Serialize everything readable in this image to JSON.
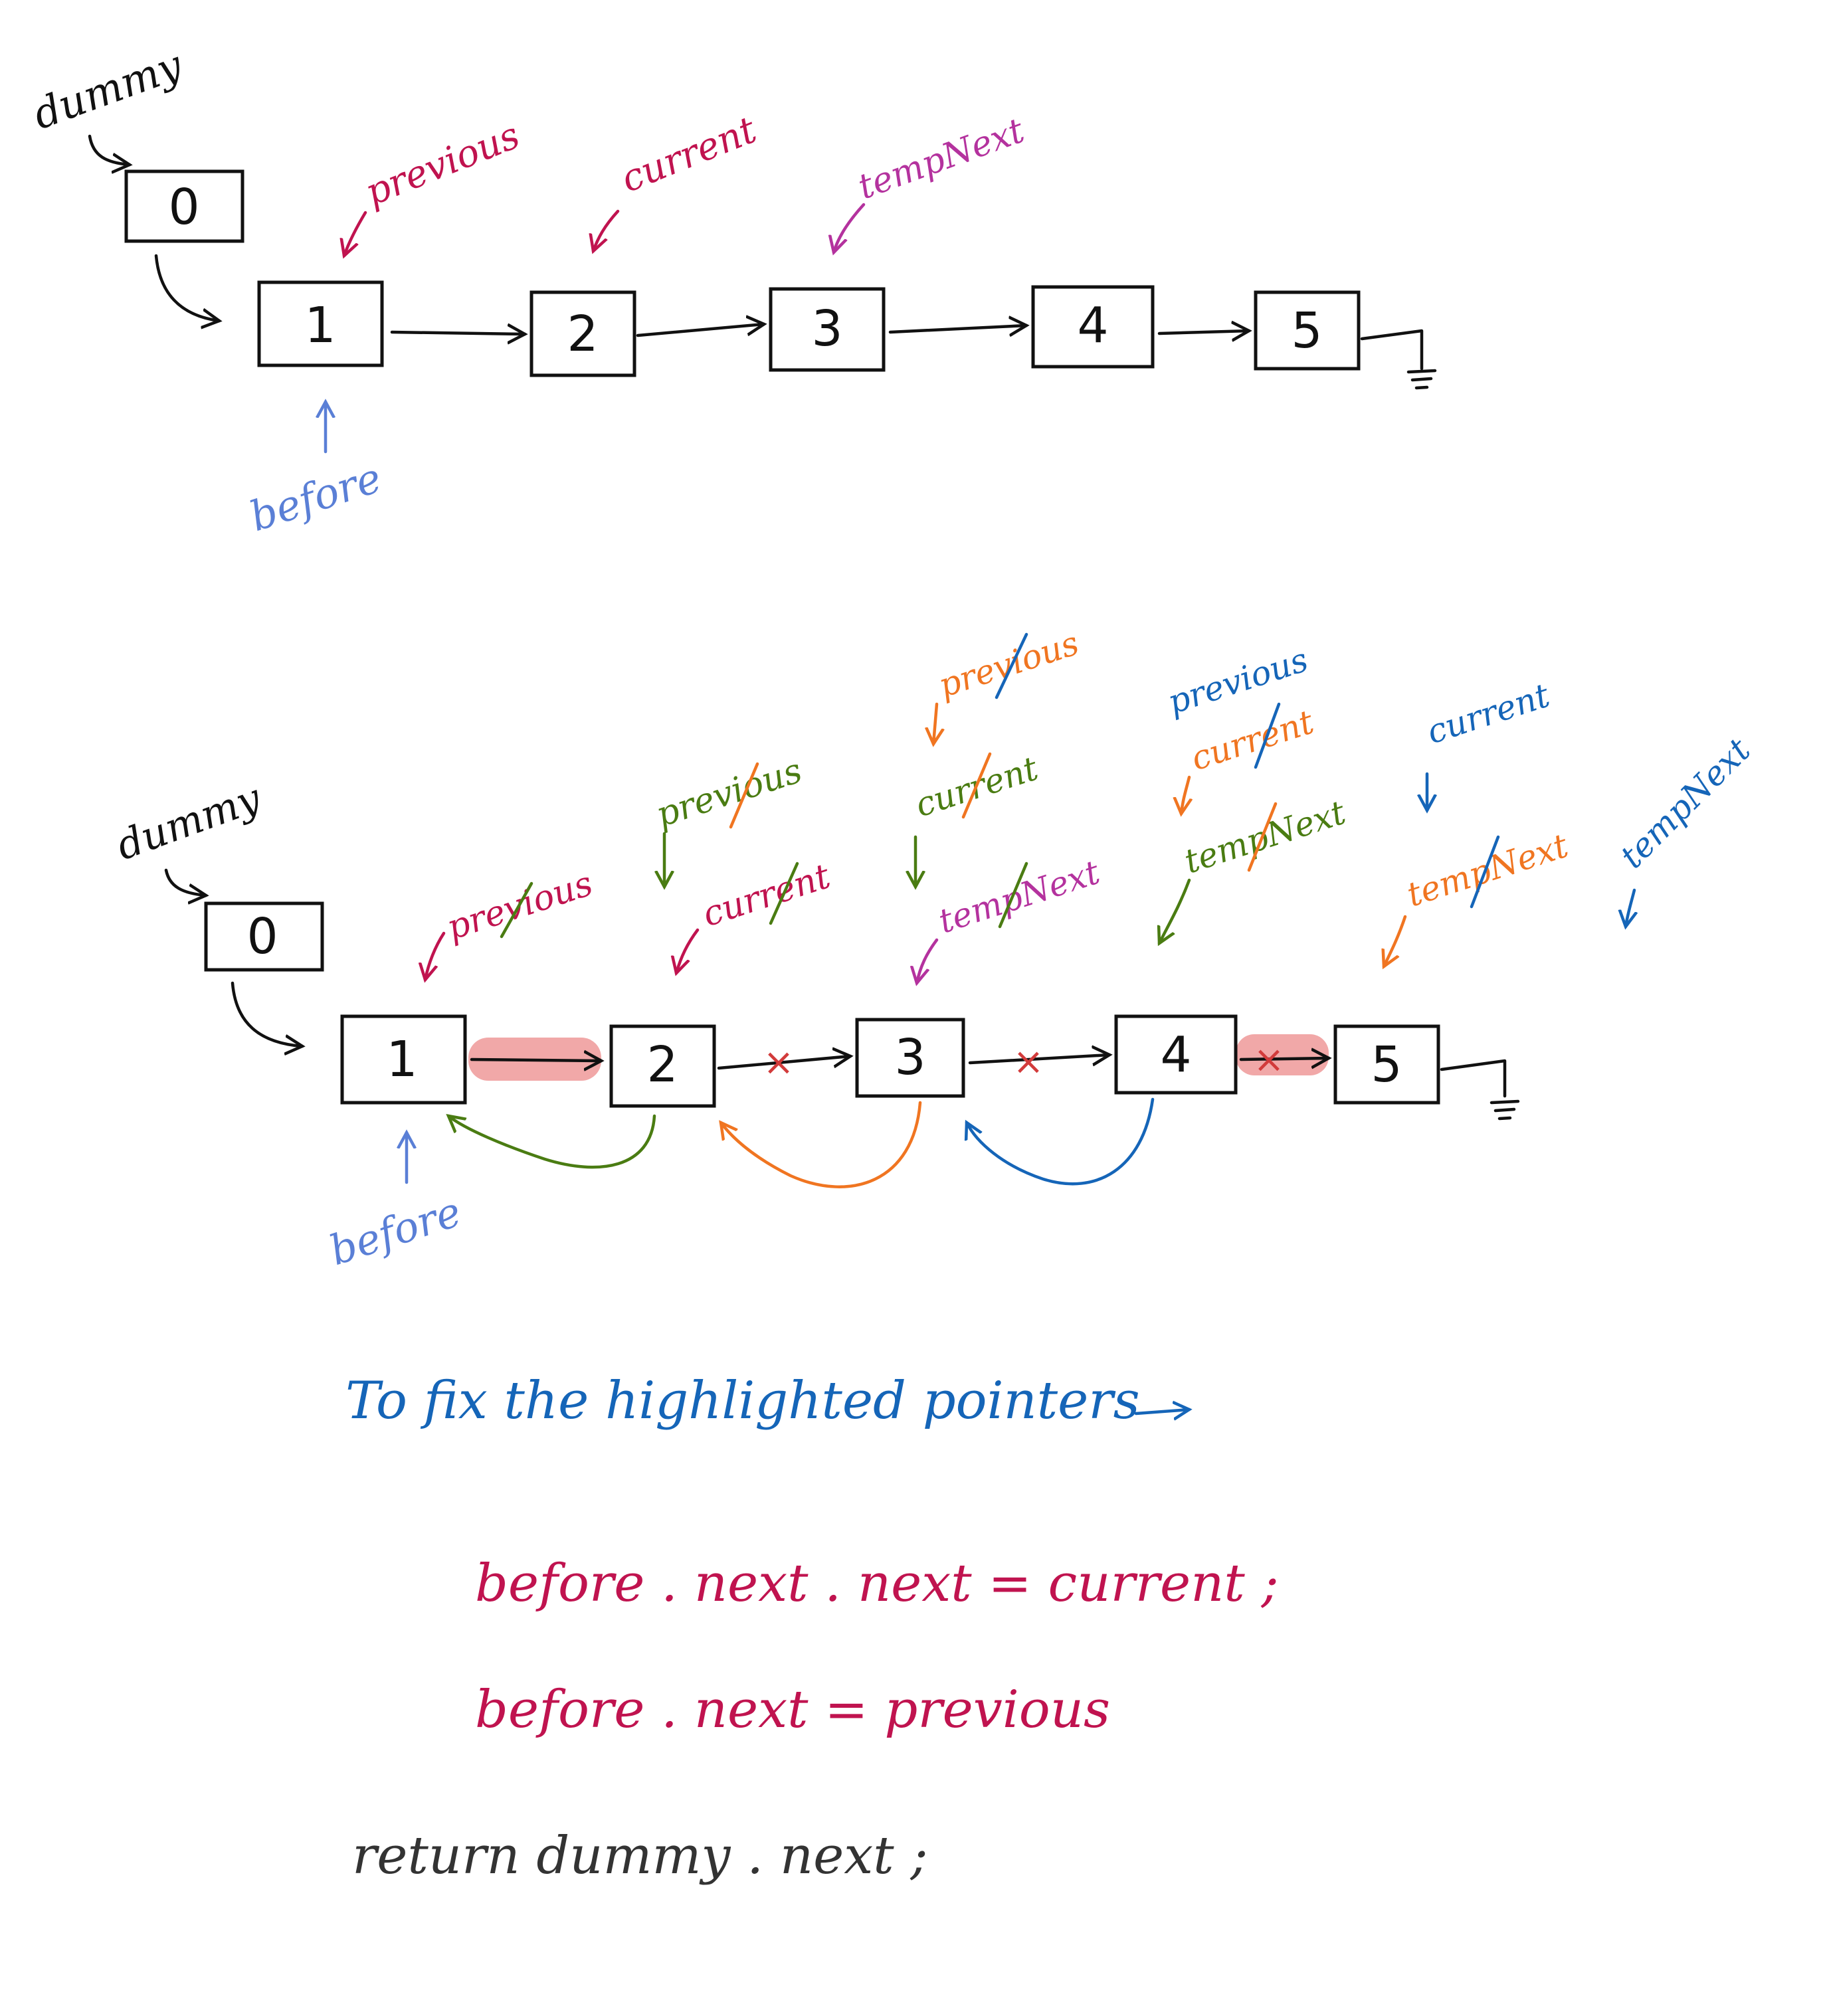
{
  "colors": {
    "black": "#111111",
    "crimson": "#c0134f",
    "magenta": "#b4329e",
    "periwinkle": "#5a7fd6",
    "green": "#4a7c12",
    "orange": "#f07521",
    "blue": "#1565b8",
    "highlight": "#ef9f9f"
  },
  "top": {
    "dummy_label": "dummy",
    "dummy_node": "0",
    "nodes": [
      "1",
      "2",
      "3",
      "4",
      "5"
    ],
    "previous_label": "previous",
    "current_label": "current",
    "tempnext_label": "tempNext",
    "before_label": "before"
  },
  "bottom": {
    "dummy_label": "dummy",
    "dummy_node": "0",
    "nodes": [
      "1",
      "2",
      "3",
      "4",
      "5"
    ],
    "before_label": "before",
    "labels": {
      "previous_1": "previous",
      "previous_2": "previous",
      "current_1": "current",
      "current_2": "current",
      "tempnext_1": "tempNext",
      "previous_3": "previous",
      "current_3": "current",
      "tempnext_2": "tempNext",
      "previous_4": "previous",
      "current_4": "current",
      "tempnext_3": "tempNext",
      "current_5": "current",
      "tempnext_4": "tempNext"
    },
    "cross_mark": "×"
  },
  "notes": {
    "heading": "To fix the highlighted pointers",
    "line1": "before . next . next = current ;",
    "line2": "before . next  =  previous",
    "line3": "return  dummy . next ;"
  }
}
